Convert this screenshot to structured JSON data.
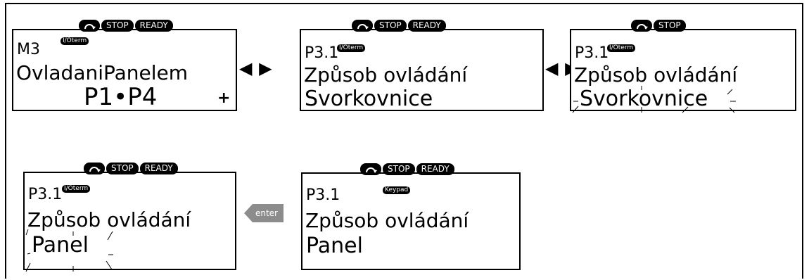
{
  "status": {
    "stop": "STOP",
    "ready": "READY",
    "rotation_icon": "rotation-arrow-icon"
  },
  "panels": [
    {
      "code": "M3",
      "badge": "I/Oterm",
      "title": "OvladaniPanelem",
      "value": "P1•P4",
      "plus": "+"
    },
    {
      "code": "P3.1",
      "badge": "I/Oterm",
      "title": "Způsob ovládání",
      "value": "Svorkovnice"
    },
    {
      "code": "P3.1",
      "badge": "I/Oterm",
      "title": "Způsob ovládání",
      "value": "Svorkovnice"
    },
    {
      "code": "P3.1",
      "badge": "I/Oterm",
      "title": "Způsob ovládání",
      "value": "Panel"
    },
    {
      "code": "P3.1",
      "badge": "Keypad",
      "title": "Způsob ovládání",
      "value": "Panel"
    }
  ],
  "navigation": {
    "left_right_arrows": "◀ ▶",
    "enter_label": "enter"
  }
}
